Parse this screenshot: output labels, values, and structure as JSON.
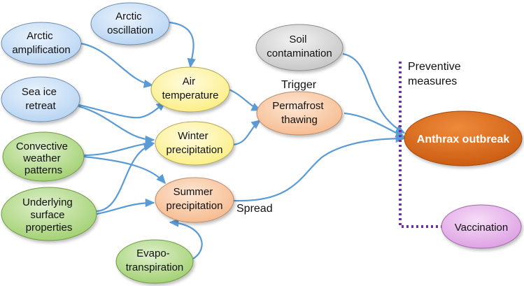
{
  "nodes": {
    "arctic_oscillation": [
      "Arctic",
      "oscillation"
    ],
    "arctic_amplification": [
      "Arctic",
      "amplification"
    ],
    "sea_ice_retreat": [
      "Sea ice",
      "retreat"
    ],
    "air_temperature": [
      "Air",
      "temperature"
    ],
    "winter_precipitation": [
      "Winter",
      "precipitation"
    ],
    "convective_weather": [
      "Convective",
      "weather",
      "patterns"
    ],
    "underlying_surface": [
      "Underlying",
      "surface",
      "properties"
    ],
    "summer_precipitation": [
      "Summer",
      "precipitation"
    ],
    "evapotranspiration": [
      "Evapo-",
      "transpiration"
    ],
    "soil_contamination": [
      "Soil",
      "contamination"
    ],
    "permafrost_thawing": [
      "Permafrost",
      "thawing"
    ],
    "anthrax_outbreak": [
      "Anthrax outbreak"
    ],
    "vaccination": [
      "Vaccination"
    ]
  },
  "labels": {
    "trigger": "Trigger",
    "spread": "Spread",
    "preventive": [
      "Preventive",
      "measures"
    ]
  },
  "colors": {
    "blue_node": "#c5ddf5",
    "yellow_node": "#fdf5a6",
    "green_node": "#b6db8e",
    "peach_node": "#f9cca8",
    "grey_node": "#d4d4d4",
    "orange_node": "#d86a1c",
    "pink_node": "#e8b5ec",
    "edge": "#5b9bd5",
    "dotted_line": "#7030a0"
  }
}
